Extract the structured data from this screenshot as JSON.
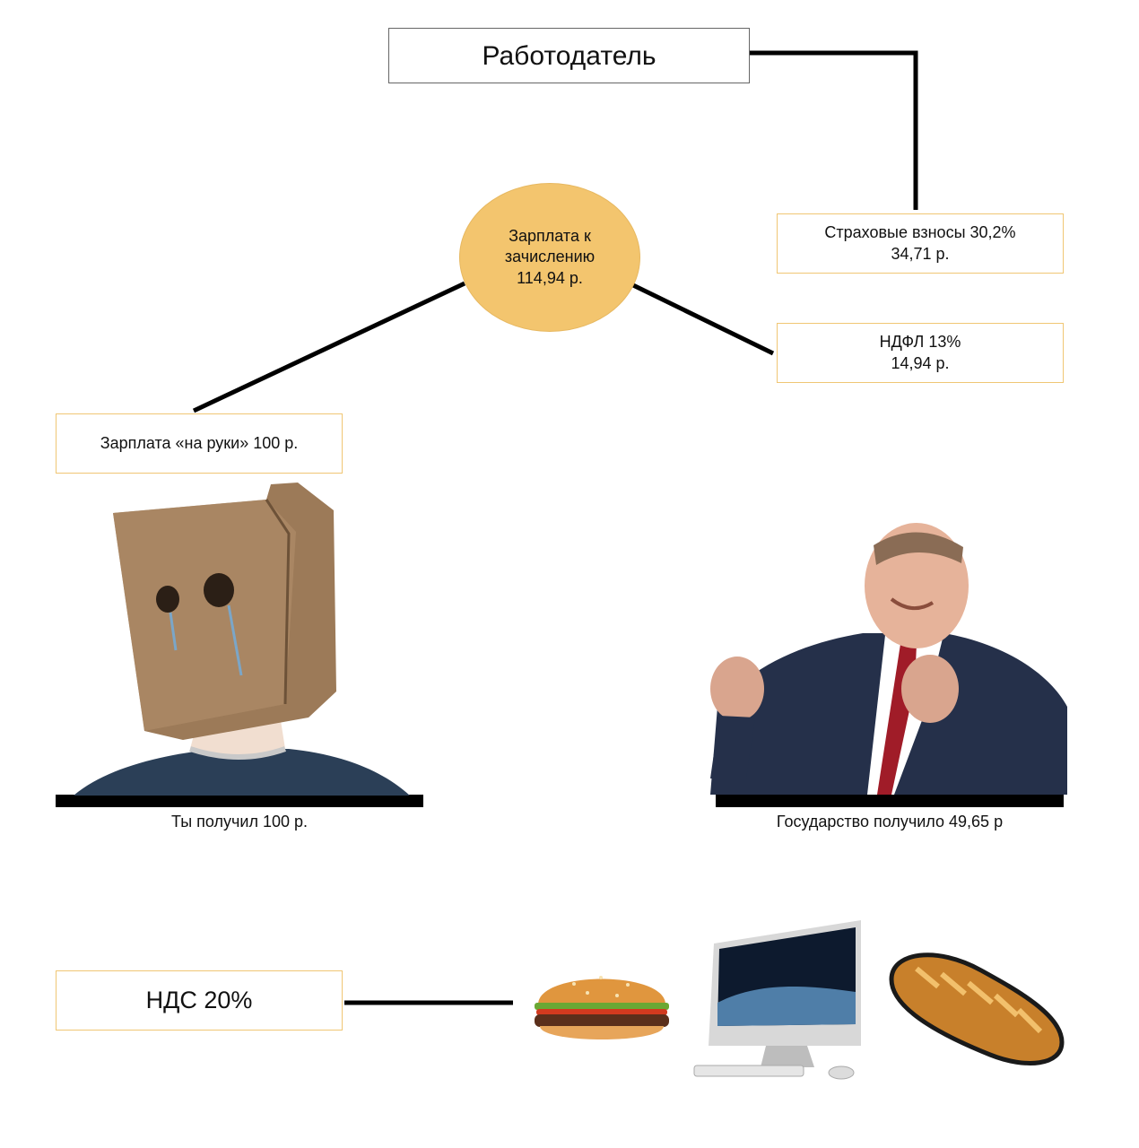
{
  "employer": {
    "label": "Работодатель"
  },
  "insurance": {
    "line1": "Страховые взносы 30,2%",
    "line2": "34,71 р."
  },
  "gross_salary": {
    "line1": "Зарплата к",
    "line2": "зачислению",
    "line3": "114,94 р."
  },
  "ndfl": {
    "line1": "НДФЛ 13%",
    "line2": "14,94 р."
  },
  "net_salary": {
    "label": "Зарплата «на руки» 100 р."
  },
  "you_received": {
    "caption": "Ты получил 100 р."
  },
  "state_received": {
    "caption": "Государство получило 49,65 р"
  },
  "vat": {
    "label": "НДС 20%"
  },
  "icons": [
    "paper-bag-person-icon",
    "cheering-man-icon",
    "burger-icon",
    "computer-monitor-icon",
    "bread-loaf-icon"
  ],
  "colors": {
    "accent": "#f3c56e",
    "box_border": "#f0c674",
    "line": "#000000"
  }
}
